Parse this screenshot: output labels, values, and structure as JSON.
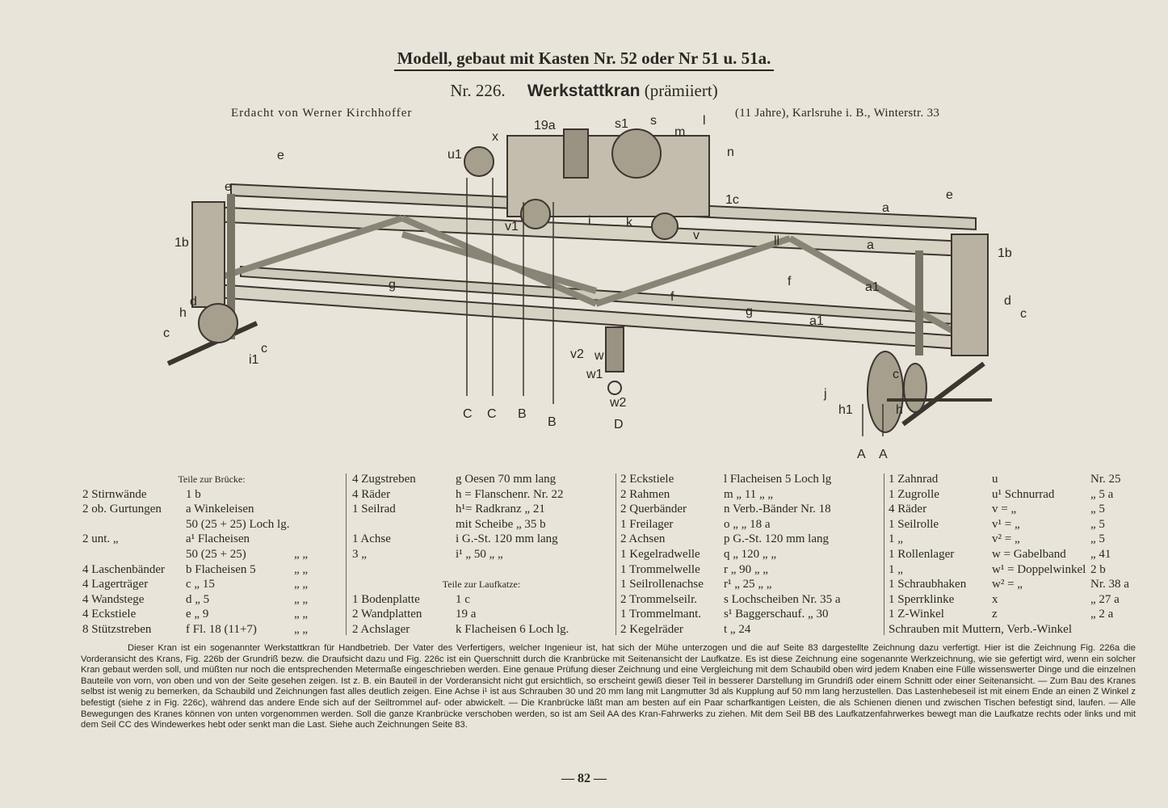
{
  "header": "Modell, gebaut mit Kasten Nr. 52 oder Nr 51 u. 51a.",
  "title": {
    "number": "Nr. 226.",
    "name": "Werkstattkran",
    "note": "(prämiiert)"
  },
  "author": "Erdacht von Werner Kirchhoffer",
  "address": "(11 Jahre), Karlsruhe i. B., Winterstr. 33",
  "figure": {
    "labels": {
      "n19a": "19a",
      "s1": "s1",
      "s": "s",
      "m": "m",
      "l": "l",
      "n": "n",
      "x": "x",
      "u1": "u1",
      "e_left": "e",
      "e_left2": "e",
      "e_right": "e",
      "c1": "1c",
      "a": "a",
      "b1_left": "1b",
      "b1_right": "1b",
      "v1": "v1",
      "i": "i",
      "k": "k",
      "v": "v",
      "ll": "ll",
      "a_2": "a",
      "a1": "a1",
      "a1_2": "a1",
      "g_left": "g",
      "g_right": "g",
      "f": "f",
      "f_2": "f",
      "d_left": "d",
      "h_left": "h",
      "c_left": "c",
      "i1": "i1",
      "c_left2": "c",
      "d_right": "d",
      "c_right": "c",
      "v2": "v2",
      "w": "w",
      "w1": "w1",
      "w2": "w2",
      "j": "j",
      "h1": "h1",
      "h_right": "h",
      "c_right2": "c",
      "C1": "C",
      "C2": "C",
      "B1": "B",
      "B2": "B",
      "D": "D",
      "A1": "A",
      "A2": "A"
    }
  },
  "parts": {
    "col1": {
      "heading": "Teile zur Brücke:",
      "rows": [
        {
          "q": "2 Stirnwände",
          "b": "1 b",
          "c": ""
        },
        {
          "q": "2 ob. Gurtungen",
          "b": "a  Winkeleisen",
          "c": ""
        },
        {
          "q": "",
          "b": "50 (25 + 25) Loch lg.",
          "c": ""
        },
        {
          "q": "2 unt.      „",
          "b": "a¹ Flacheisen",
          "c": ""
        },
        {
          "q": "",
          "b": "50 (25 + 25)",
          "c": "„   „"
        },
        {
          "q": "4 Laschenbänder",
          "b": "b  Flacheisen  5",
          "c": "„   „"
        },
        {
          "q": "4 Lagerträger",
          "b": "c       „      15",
          "c": "„   „"
        },
        {
          "q": "4 Wandstege",
          "b": "d       „       5",
          "c": "„   „"
        },
        {
          "q": "4 Eckstiele",
          "b": "e       „       9",
          "c": "„   „"
        },
        {
          "q": "8 Stützstreben",
          "b": "f  Fl.  18 (11+7)",
          "c": "„   „"
        }
      ]
    },
    "col2": {
      "rows_top": [
        {
          "q": "4 Zugstreben",
          "b": "g  Oesen  70 mm lang"
        },
        {
          "q": "4 Räder",
          "b": "h = Flanschenr. Nr. 22"
        },
        {
          "q": "1 Seilrad",
          "b": "h¹= Radkranz   „  21"
        },
        {
          "q": "",
          "b": "     mit Scheibe   „ 35 b"
        },
        {
          "q": "1 Achse",
          "b": "i  G.-St.  120 mm lang"
        },
        {
          "q": "3   „",
          "b": "i¹    „     50   „    „"
        }
      ],
      "heading": "Teile zur Laufkatze:",
      "rows_bottom": [
        {
          "q": "1 Bodenplatte",
          "b": "1 c"
        },
        {
          "q": "2 Wandplatten",
          "b": "19 a"
        },
        {
          "q": "2 Achslager",
          "b": "k  Flacheisen 6 Loch lg."
        }
      ]
    },
    "col3": {
      "rows": [
        {
          "q": "2 Eckstiele",
          "b": "l  Flacheisen   5 Loch lg"
        },
        {
          "q": "2 Rahmen",
          "b": "m      „      11   „   „"
        },
        {
          "q": "2 Querbänder",
          "b": "n Verb.-Bänder Nr. 18"
        },
        {
          "q": "1 Freilager",
          "b": "o       „       „    18 a"
        },
        {
          "q": "2 Achsen",
          "b": "p  G.-St.  120 mm lang"
        },
        {
          "q": "1 Kegelradwelle",
          "b": "q     „     120   „    „"
        },
        {
          "q": "1 Trommelwelle",
          "b": "r      „      90   „    „"
        },
        {
          "q": "1 Seilrollenachse",
          "b": "r¹     „      25   „    „"
        },
        {
          "q": "2 Trommelseilr.",
          "b": "s  Lochscheiben Nr. 35 a"
        },
        {
          "q": "1 Trommelmant.",
          "b": "s¹ Baggerschauf.  „  30"
        },
        {
          "q": "2 Kegelräder",
          "b": "t                    „  24"
        }
      ]
    },
    "col4": {
      "rows": [
        {
          "q": "1 Zahnrad",
          "b": "u",
          "c": "Nr. 25"
        },
        {
          "q": "1  Zugrolle",
          "b": "u¹  Schnurrad",
          "c": "„   5 a"
        },
        {
          "q": "4 Räder",
          "b": "v =     „",
          "c": "„    5"
        },
        {
          "q": "1 Seilrolle",
          "b": "v¹ =     „",
          "c": "„    5"
        },
        {
          "q": "1      „",
          "b": "v² =     „",
          "c": "„    5"
        },
        {
          "q": "1 Rollenlager",
          "b": "w = Gabelband",
          "c": "„   41"
        },
        {
          "q": "1      „",
          "b": "w¹ = Doppelwinkel",
          "c": "2 b"
        },
        {
          "q": "1 Schraubhaken",
          "b": "w² =       „",
          "c": "Nr. 38 a"
        },
        {
          "q": "1 Sperrklinke",
          "b": "x",
          "c": "„   27 a"
        },
        {
          "q": "1 Z-Winkel",
          "b": "z",
          "c": "„    2 a"
        },
        {
          "q": "Schrauben mit Muttern, Verb.-Winkel",
          "b": "",
          "c": ""
        }
      ]
    }
  },
  "description": "Dieser Kran ist ein sogenannter Werkstattkran für Handbetrieb. Der Vater des Verfertigers, welcher Ingenieur ist, hat sich der Mühe unterzogen und die auf Seite 83 dargestellte Zeichnung dazu verfertigt. Hier ist die Zeichnung Fig. 226a die Vorderansicht des Krans, Fig. 226b der Grundriß bezw. die Draufsicht dazu und Fig. 226c ist ein Querschnitt durch die Kranbrücke mit Seitenansicht der Laufkatze. Es ist diese Zeichnung eine sogenannte Werkzeichnung, wie sie gefertigt wird, wenn ein solcher Kran gebaut werden soll, und müßten nur noch die entsprechenden Metermaße eingeschrieben werden. Eine genaue Prüfung dieser Zeichnung und eine Vergleichung mit dem Schaubild oben wird jedem Knaben eine Fülle wissenswerter Dinge und die einzelnen Bauteile von vorn, von oben und von der Seite gesehen zeigen. Ist z. B. ein Bauteil in der Vorderansicht nicht gut ersichtlich, so erscheint gewiß dieser Teil in besserer Darstellung im Grundriß oder einem Schnitt oder einer Seitenansicht. — Zum Bau des Kranes selbst ist wenig zu bemerken, da Schaubild und Zeichnungen fast alles deutlich zeigen. Eine Achse i¹ ist aus Schrauben 30 und 20 mm lang mit Langmutter 3d als Kupplung auf 50 mm lang herzustellen. Das Lastenhebeseil ist mit einem Ende an einen Z Winkel z befestigt (siehe z in Fig. 226c), während das andere Ende sich auf der Seiltrommel auf- oder abwickelt. — Die Kranbrücke läßt man am besten auf ein Paar scharfkantigen Leisten, die als Schienen dienen und zwischen Tischen befestigt sind, laufen. — Alle Bewegungen des Kranes können von unten vorgenommen werden. Soll die ganze Kranbrücke verschoben werden, so ist am Seil AA des Kran-Fahrwerks zu ziehen. Mit dem Seil BB des Laufkatzenfahrwerkes bewegt man die Laufkatze rechts oder links und mit dem Seil CC des Windewerkes hebt oder senkt man die Last. Siehe auch Zeichnungen Seite 83.",
  "page_number": "— 82 —"
}
